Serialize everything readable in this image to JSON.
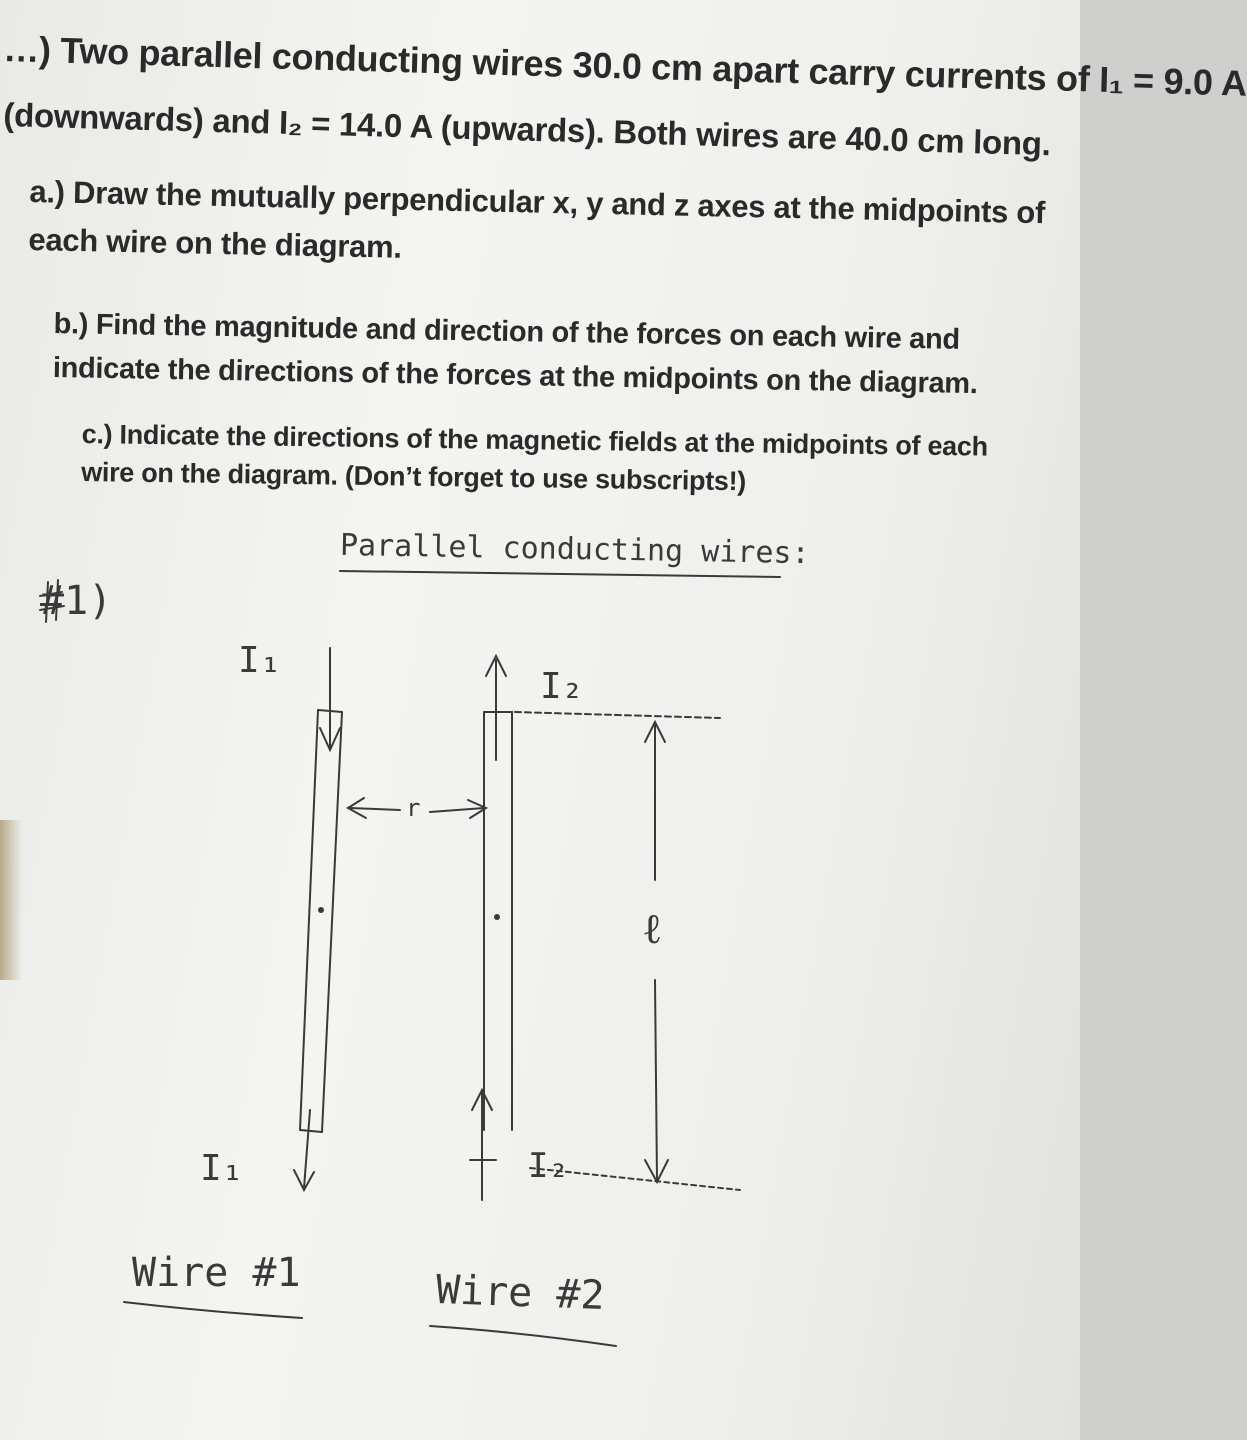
{
  "problem": {
    "number_mark": "…)",
    "line1": "Two parallel conducting wires 30.0 cm apart carry currents of I₁ = 9.0 A",
    "line2": "(downwards) and I₂ = 14.0 A (upwards).  Both wires are 40.0 cm long.",
    "part_a": "a.) Draw the mutually perpendicular x, y and z axes at the midpoints of each wire on the diagram.",
    "part_b": "b.) Find the magnitude and direction of the forces on each wire and indicate the directions of the forces at the midpoints on the diagram.",
    "part_c": "c.) Indicate the directions of the magnetic fields at the midpoints of each wire on the diagram. (Don’t forget to use subscripts!)"
  },
  "diagram": {
    "problem_tag": "#1)",
    "title": "Parallel conducting wires:",
    "label_i1_top": "I₁",
    "label_i1_bottom": "I₁",
    "label_i2_top": "I₂",
    "label_i2_bottom": "I₂",
    "label_r": "r",
    "label_length": "ℓ",
    "wire1_caption": "Wire #1",
    "wire2_caption": "Wire #2"
  },
  "colors": {
    "paper": "#f1f1ee",
    "ink_print": "#2a2a2a",
    "ink_pencil": "#3a3a3a"
  }
}
